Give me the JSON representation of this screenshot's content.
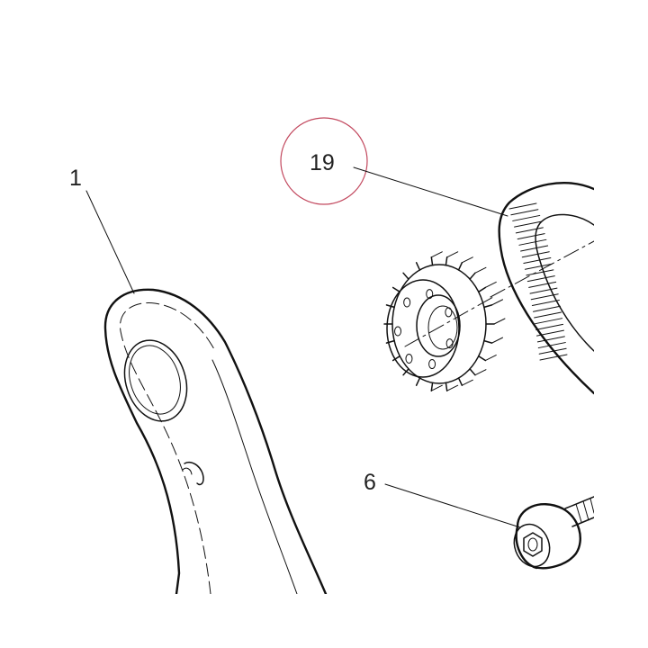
{
  "callouts": {
    "part_1": "1",
    "part_19": "19",
    "part_6": "6"
  },
  "colors": {
    "ink": "#111111",
    "highlight_ring": "#c2485e",
    "background": "#ffffff"
  }
}
